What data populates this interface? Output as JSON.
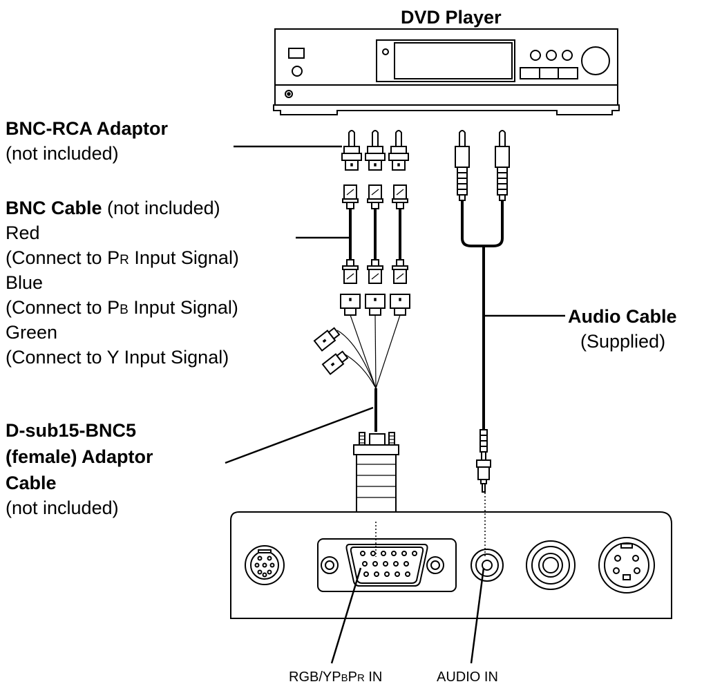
{
  "dvd_player": {
    "title": "DVD Player"
  },
  "bnc_rca_adaptor": {
    "name": "BNC-RCA Adaptor",
    "note": "(not included)"
  },
  "bnc_cable": {
    "name": "BNC Cable",
    "note": " (not included)",
    "lines": [
      {
        "color": "Red",
        "prefix": "(Connect to P",
        "sub": "R",
        "suffix": " Input Signal)"
      },
      {
        "color": "Blue",
        "prefix": "(Connect to P",
        "sub": "B",
        "suffix": " Input Signal)"
      },
      {
        "color": "Green",
        "prefix": "(Connect to Y Input Signal)",
        "sub": "",
        "suffix": ""
      }
    ]
  },
  "dsub_adaptor": {
    "name_lines": [
      "D-sub15-BNC5",
      "(female) Adaptor",
      "Cable"
    ],
    "note": "(not included)"
  },
  "audio_cable": {
    "name": "Audio Cable",
    "note": "(Supplied)"
  },
  "ports": {
    "rgb": {
      "p1": "RGB/YP",
      "s1": "B",
      "p2": "P",
      "s2": "R",
      "p3": " IN"
    },
    "audio": "AUDIO IN"
  }
}
